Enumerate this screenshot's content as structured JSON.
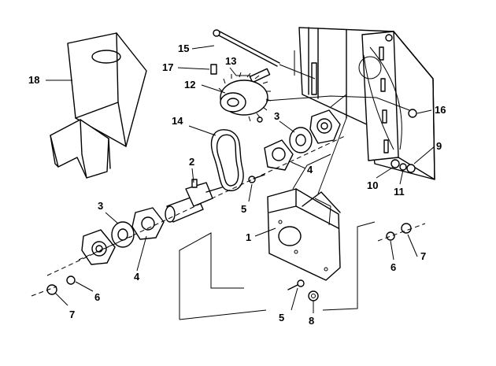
{
  "diagram": {
    "callouts": [
      {
        "id": "c1",
        "text": "1"
      },
      {
        "id": "c2",
        "text": "2"
      },
      {
        "id": "c3a",
        "text": "3"
      },
      {
        "id": "c3b",
        "text": "3"
      },
      {
        "id": "c4a",
        "text": "4"
      },
      {
        "id": "c4b",
        "text": "4"
      },
      {
        "id": "c5a",
        "text": "5"
      },
      {
        "id": "c5b",
        "text": "5"
      },
      {
        "id": "c6a",
        "text": "6"
      },
      {
        "id": "c6b",
        "text": "6"
      },
      {
        "id": "c7a",
        "text": "7"
      },
      {
        "id": "c7b",
        "text": "7"
      },
      {
        "id": "c8",
        "text": "8"
      },
      {
        "id": "c9",
        "text": "9"
      },
      {
        "id": "c10",
        "text": "10"
      },
      {
        "id": "c11",
        "text": "11"
      },
      {
        "id": "c12",
        "text": "12"
      },
      {
        "id": "c13",
        "text": "13"
      },
      {
        "id": "c14",
        "text": "14"
      },
      {
        "id": "c15",
        "text": "15"
      },
      {
        "id": "c16",
        "text": "16"
      },
      {
        "id": "c17",
        "text": "17"
      },
      {
        "id": "c18",
        "text": "18"
      }
    ]
  }
}
